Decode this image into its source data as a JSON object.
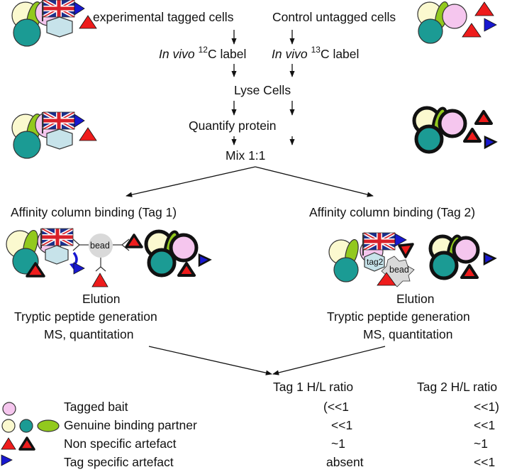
{
  "header": {
    "experimental": "experimental tagged cells",
    "control": "Control untagged cells",
    "label_12c_italic": "In vivo",
    "label_12c_sup": "12",
    "label_12c_rest": "C label",
    "label_13c_italic": "In vivo",
    "label_13c_sup": "13",
    "label_13c_rest": "C label"
  },
  "steps": {
    "lyse": "Lyse Cells",
    "quantify": "Quantify protein",
    "mix": "Mix 1:1"
  },
  "branches": {
    "left_title": "Affinity column binding (Tag 1)",
    "right_title": "Affinity column binding (Tag 2)",
    "bead": "bead",
    "tag2": "tag2",
    "bead2": "bead",
    "left_steps": [
      "Elution",
      "Tryptic peptide generation",
      "MS, quantitation"
    ],
    "right_steps": [
      "Elution",
      "Tryptic peptide generation",
      "MS, quantitation"
    ]
  },
  "results": {
    "col1": "Tag 1 H/L ratio",
    "col2": "Tag 2 H/L ratio",
    "rows": [
      {
        "label": "Tagged bait",
        "tag1": "(<<1",
        "tag2": "<<1)"
      },
      {
        "label": "Genuine binding partner",
        "tag1": "<<1",
        "tag2": "<<1"
      },
      {
        "label": "Non specific artefact",
        "tag1": "~1",
        "tag2": "~1"
      },
      {
        "label": "Tag specific artefact",
        "tag1": "absent",
        "tag2": "<<1"
      }
    ]
  },
  "colors": {
    "bait_pink": "#f5c6ee",
    "partner_cream": "#fbf9cf",
    "partner_teal": "#1b9b94",
    "partner_green": "#92c91d",
    "artefact_red": "#ee1c1c",
    "tag_blue": "#1818d0",
    "hexagon": "#c7e3ea",
    "bead_grey": "#d9d9d9"
  }
}
